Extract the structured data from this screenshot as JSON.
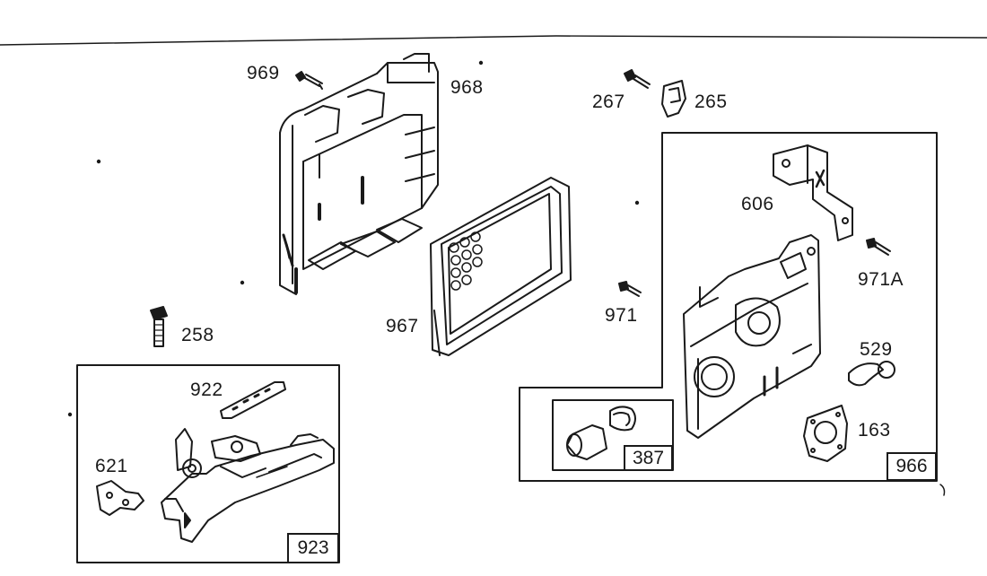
{
  "labels": {
    "p969": "969",
    "p968": "968",
    "p267": "267",
    "p265": "265",
    "p606": "606",
    "p971a": "971A",
    "p967": "967",
    "p971": "971",
    "p258": "258",
    "p529": "529",
    "p922": "922",
    "p163": "163",
    "p621": "621"
  },
  "kits": {
    "k923": "923",
    "k387": "387",
    "k966": "966"
  },
  "colors": {
    "line": "#1a1a1a",
    "background": "#ffffff"
  }
}
